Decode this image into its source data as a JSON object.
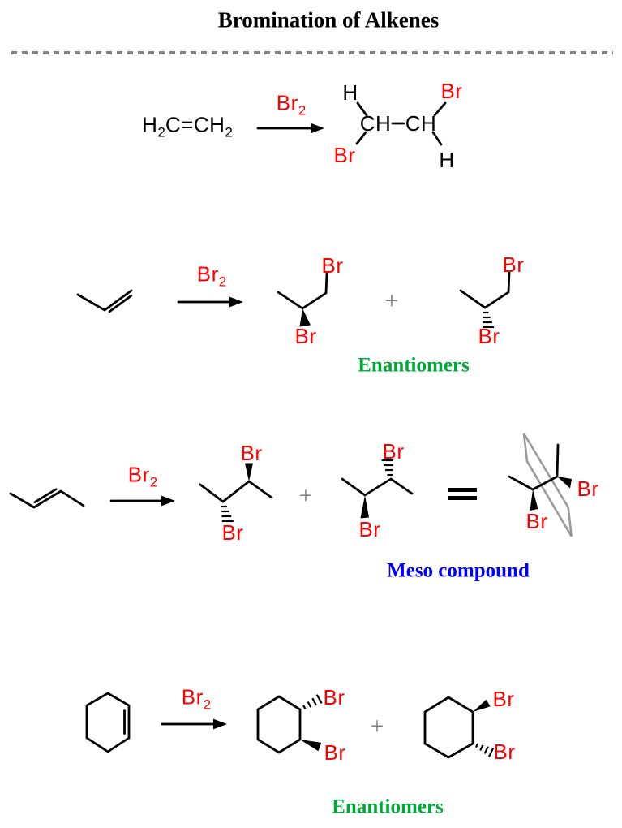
{
  "title": "Bromination of Alkenes",
  "colors": {
    "bond_black": "#000000",
    "bromine_red": "#ff0000",
    "enantiomers_green": "#00a83a",
    "meso_blue": "#0000ff",
    "plus_gray": "#7d7d7d",
    "divider_gray": "#828282",
    "mirror_plane_gray": "#9a9a9a"
  },
  "reaction1": {
    "reactant": {
      "h": "H",
      "h_sub": "2",
      "mid": "C=CH",
      "tail_sub": "2"
    },
    "reagent": {
      "base": "Br",
      "sub": "2"
    },
    "product": {
      "h_top": "H",
      "br_top": "Br",
      "ch_left": "CH",
      "ch_right": "CH",
      "br_bottom": "Br",
      "h_bottom": "H"
    }
  },
  "reaction2": {
    "reagent": {
      "base": "Br",
      "sub": "2"
    },
    "plus": "+",
    "product1": {
      "br_top": "Br",
      "br_bottom": "Br"
    },
    "product2": {
      "br_top": "Br",
      "br_bottom": "Br"
    },
    "caption": "Enantiomers"
  },
  "reaction3": {
    "reagent": {
      "base": "Br",
      "sub": "2"
    },
    "plus": "+",
    "equivalence": "=",
    "product1": {
      "br_top": "Br",
      "br_bottom": "Br"
    },
    "product2": {
      "br_top": "Br",
      "br_bottom": "Br"
    },
    "meso": {
      "br_right": "Br",
      "br_bottom": "Br"
    },
    "caption": "Meso compound"
  },
  "reaction4": {
    "reagent": {
      "base": "Br",
      "sub": "2"
    },
    "plus": "+",
    "product1": {
      "br_top": "Br",
      "br_bottom": "Br"
    },
    "product2": {
      "br_top": "Br",
      "br_bottom": "Br"
    },
    "caption": "Enantiomers"
  }
}
